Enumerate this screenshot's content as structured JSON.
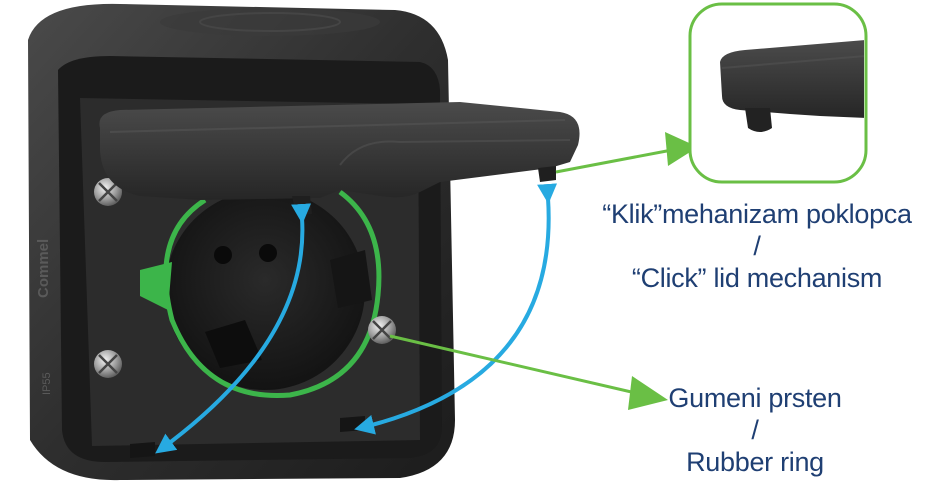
{
  "brand": {
    "logo_text": "Commel",
    "rating_text": "IP55"
  },
  "annotations": {
    "lid_mechanism": {
      "line1": "“Klik”mehanizam poklopca",
      "separator": "/",
      "line2": "“Click” lid mechanism"
    },
    "rubber_ring": {
      "line1": "Gumeni prsten",
      "separator": "/",
      "line2": "Rubber ring"
    }
  },
  "colors": {
    "caption_text": "#1f3f73",
    "pointer_arrow": "#6abf45",
    "motion_arrow": "#27aae1",
    "socket_body": "#2b2b2b",
    "highlight_ring": "#3cb54a"
  }
}
